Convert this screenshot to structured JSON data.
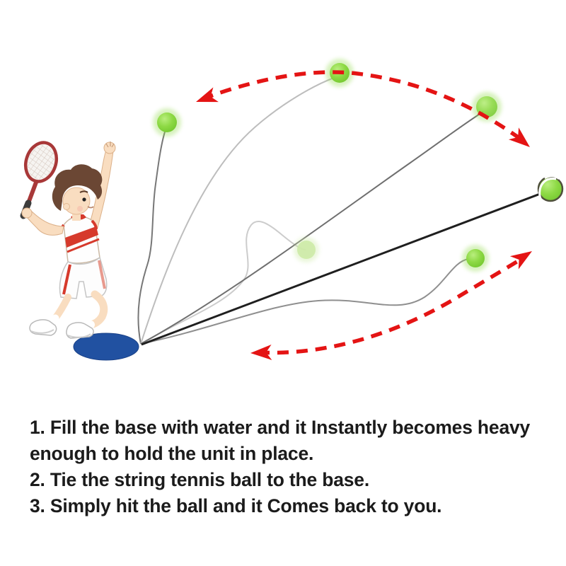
{
  "illustration": {
    "subject": "tennis-trainer-rebound-ball-diagram",
    "elements": {
      "player": "cartoon-kid-serving-with-racket",
      "base": "water-fillable-blue-base",
      "tennis_balls_visible": 6,
      "strings_visible": 6,
      "trajectory_arrows": 2
    },
    "colors": {
      "ball_green": "#8dd944",
      "ball_ghost_green": "#cdeaa6",
      "arrow_red": "#e41414",
      "base_blue": "#2151a1",
      "string_gray": "#8f8f8f",
      "string_black": "#1f1f1f",
      "racket_red": "#a83838",
      "shirt_accent_red": "#d63a2c",
      "skin": "#f9ddc0",
      "hair_brown": "#6b4734",
      "text_color": "#1b1b1b",
      "background": "#ffffff"
    }
  },
  "instructions": {
    "lines": [
      "1. Fill the base with water and it Instantly becomes heavy",
      "enough to hold the unit in place.",
      "2. Tie the string tennis ball to the base.",
      "3. Simply hit the ball and it Comes back to you."
    ]
  }
}
